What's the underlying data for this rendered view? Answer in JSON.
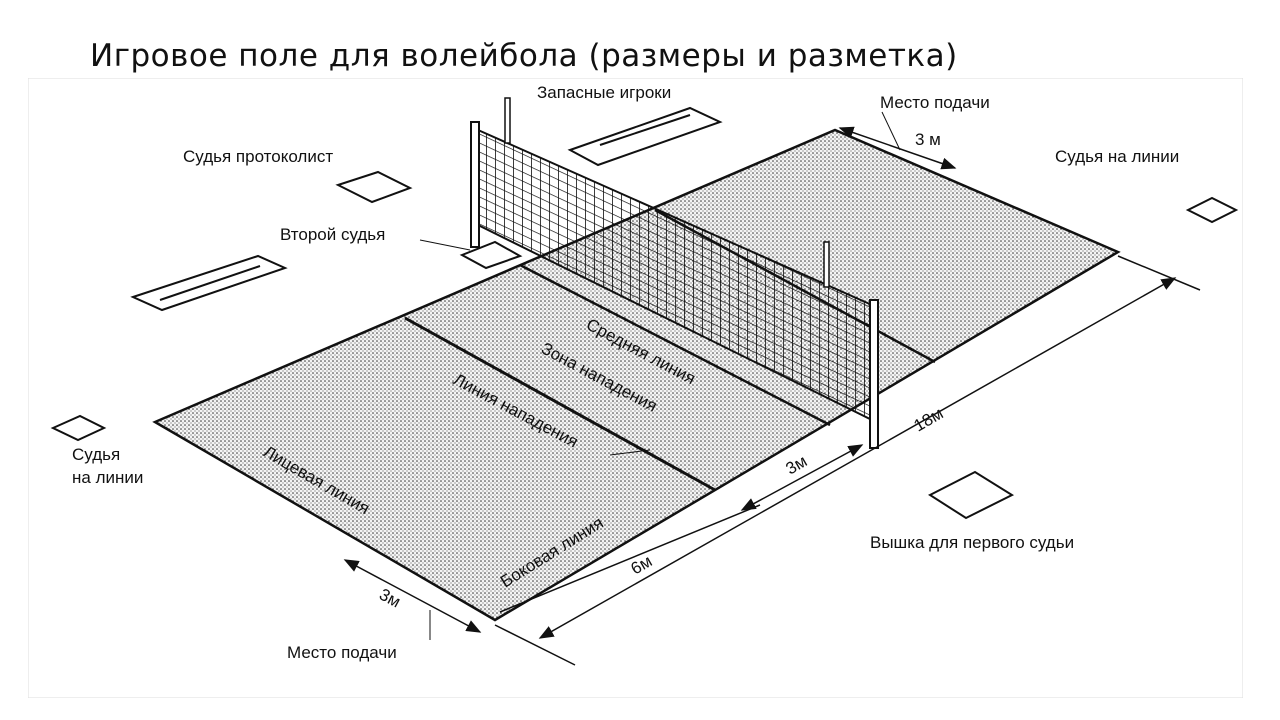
{
  "title": "Игровое поле для волейбола (размеры и разметка)",
  "labels": {
    "substitutes": "Запасные игроки",
    "serve_zone_top": "Место подачи",
    "serve_width_top": "3 м",
    "line_judge_right": "Судья на линии",
    "scorer": "Судья протоколист",
    "second_referee": "Второй судья",
    "center_line": "Средняя линия",
    "attack_zone": "Зона нападения",
    "attack_line": "Линия нападения",
    "length_18": "18м",
    "depth_3": "3м",
    "line_judge_left_1": "Судья",
    "line_judge_left_2": "на линии",
    "end_line": "Лицевая линия",
    "side_line": "Боковая линия",
    "depth_6": "6м",
    "first_referee_stand": "Вышка для первого судьи",
    "serve_width_bottom": "3м",
    "serve_zone_bottom": "Место подачи"
  }
}
